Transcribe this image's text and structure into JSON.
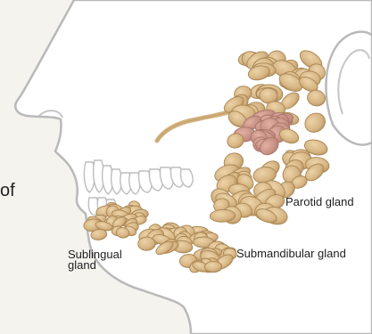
{
  "labels": {
    "left_fragment": "of",
    "parotid": "Parotid gland",
    "submandibular": "Submandibular gland",
    "sublingual_line1": "Sublingual",
    "sublingual_line2": "gland"
  },
  "colors": {
    "background": "#f4f3ee",
    "face_fill": "#ffffff",
    "outline": "#b9b9b9",
    "gland_lobule": "#d9b98a",
    "gland_lobule_dark": "#bf9a66",
    "gland_core": "#c98f82",
    "duct": "#d2b07c",
    "teeth": "#ffffff"
  }
}
